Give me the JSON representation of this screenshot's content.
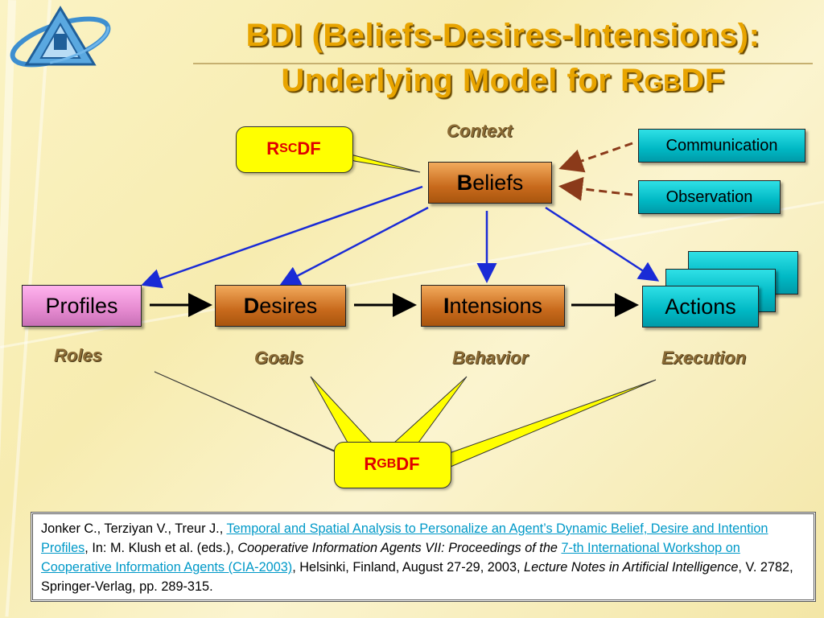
{
  "title": {
    "line1": "BDI (Beliefs-Desires-Intensions):",
    "line2_main": "Underlying Model for R",
    "line2_sc": "GB",
    "line2_end": "DF"
  },
  "callouts": {
    "rscdf": {
      "r": "R",
      "sc": "SC",
      "df": "DF"
    },
    "rgbdf": {
      "r": "R",
      "sc": "GB",
      "df": "DF"
    }
  },
  "labels": {
    "context": "Context",
    "roles": "Roles",
    "goals": "Goals",
    "behavior": "Behavior",
    "execution": "Execution"
  },
  "boxes": {
    "beliefs": {
      "initial": "B",
      "rest": "eliefs"
    },
    "profiles": "Profiles",
    "desires": {
      "initial": "D",
      "rest": "esires"
    },
    "intensions": {
      "initial": "I",
      "rest": "ntensions"
    },
    "actions": "Actions",
    "communication": "Communication",
    "observation": "Observation"
  },
  "reference": {
    "authors": "Jonker C., Terziyan V., Treur J., ",
    "link1": "Temporal and Spatial Analysis to Personalize an Agent’s Dynamic Belief, Desire and Intention Profiles",
    "text2": ", In: M. Klush et al. (eds.), ",
    "italic1": "Cooperative Information Agents VII: Proceedings of the ",
    "link2": "7-th International Workshop on Cooperative Information Agents (CIA-2003)",
    "text3": ", Helsinki, Finland, August 27-29, 2003, ",
    "italic2": "Lecture Notes in Artificial Intelligence",
    "text4": ", V. 2782, Springer-Verlag, pp. 289-315."
  },
  "colors": {
    "title": "#e8a400",
    "callout_fill": "#ffff00",
    "callout_text": "#e00000",
    "arrow_blue": "#1a2bd6",
    "arrow_dashed": "#8b3a1a",
    "link": "#0099c8"
  },
  "icons": {
    "logo": "triangle-ring-logo"
  }
}
